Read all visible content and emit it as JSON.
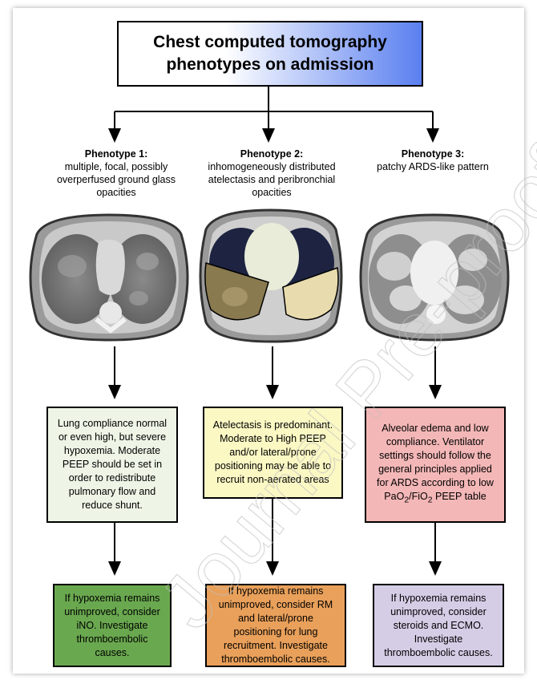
{
  "title": "Chest computed tomography phenotypes on admission",
  "phenotypes": [
    {
      "title": "Phenotype 1:",
      "desc": "multiple, focal, possibly overperfused ground glass opacities",
      "finding": "Lung compliance normal or even high, but severe hypoxemia. Moderate PEEP should be set in order to redistribute pulmonary flow and reduce shunt.",
      "action": "If hypoxemia remains unimproved, consider iNO. Investigate thromboembolic causes."
    },
    {
      "title": "Phenotype 2:",
      "desc": "inhomogeneously distributed atelectasis and peribronchial opacities",
      "finding": "Atelectasis is predominant. Moderate to High PEEP and/or lateral/prone positioning may be able to recruit non-aerated areas",
      "action": "If hypoxemia remains unimproved, consider RM and lateral/prone positioning for lung recruitment. Investigate thromboembolic causes."
    },
    {
      "title": "Phenotype 3:",
      "desc": "patchy ARDS-like pattern",
      "finding_pre": "Alveolar edema and low compliance. Ventilator settings should follow the general principles applied for ARDS according to low",
      "finding_post_a": "PaO",
      "finding_sub_a": "2",
      "finding_post_b": "/FiO",
      "finding_sub_b": "2",
      "finding_post_c": " PEEP table",
      "action": "If hypoxemia remains unimproved, consider steroids and ECMO. Investigate thromboembolic causes."
    }
  ],
  "watermark": "Journal Pre-proof",
  "colors": {
    "title_gradient_end": "#5a7ff0",
    "finding_1": "#eef5e6",
    "finding_2": "#fbf8c4",
    "finding_3": "#f4b7b7",
    "action_1": "#6aa84f",
    "action_2": "#e9a05a",
    "action_3": "#d5cde6"
  }
}
